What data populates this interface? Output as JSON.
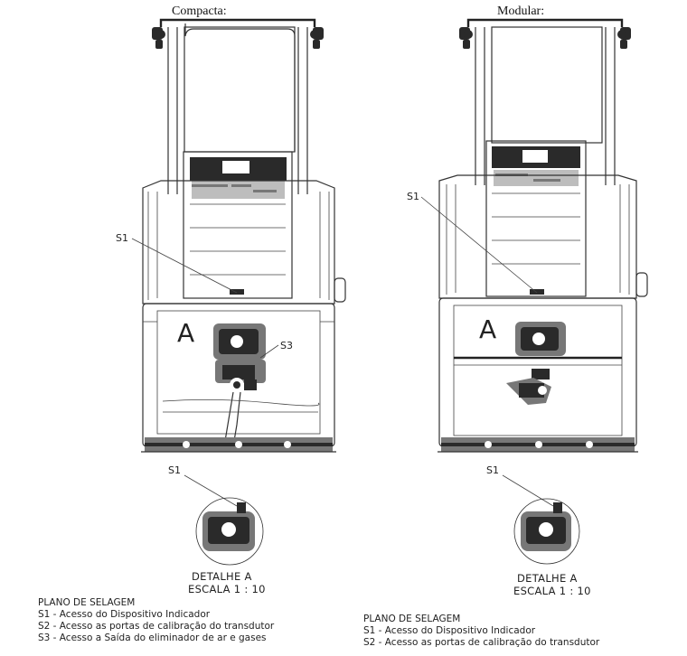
{
  "panels": [
    {
      "id": "compacta",
      "title": "Compacta:",
      "compartment_letter": "A",
      "callouts": [
        "S1",
        "S3"
      ],
      "detail_callout": "S1",
      "detail_title": "DETALHE A",
      "detail_scale": "ESCALA 1 : 10",
      "legend_title": "PLANO DE SELAGEM",
      "legend_items": [
        "S1 - Acesso do Dispositivo Indicador",
        "S2 - Acesso as portas de calibração do transdutor",
        "S3 - Acesso a Saída do eliminador de ar e gases"
      ]
    },
    {
      "id": "modular",
      "title": "Modular:",
      "compartment_letter": "A",
      "callouts": [
        "S1"
      ],
      "detail_callout": "S1",
      "detail_title": "DETALHE A",
      "detail_scale": "ESCALA 1 : 10",
      "legend_title": "PLANO DE SELAGEM",
      "legend_items": [
        "S1 - Acesso do Dispositivo Indicador",
        "S2 - Acesso as portas de calibração do transdutor"
      ]
    }
  ]
}
